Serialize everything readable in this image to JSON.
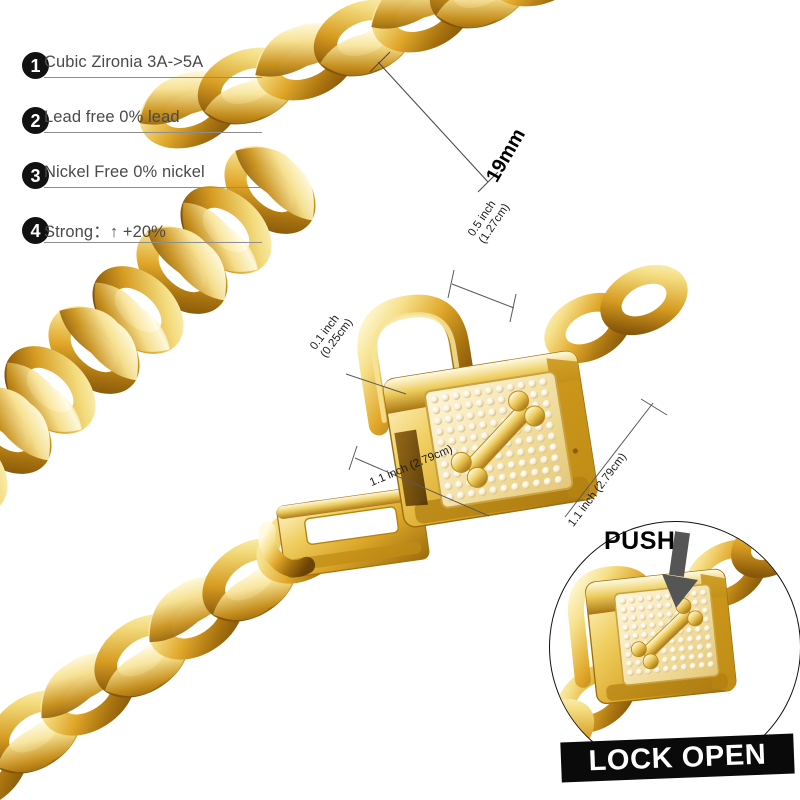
{
  "background_color": "#ffffff",
  "features": {
    "items": [
      {
        "number": "1",
        "text": "Cubic Zironia 3A->5A"
      },
      {
        "number": "2",
        "text": "Lead free   0% lead"
      },
      {
        "number": "3",
        "text": "Nickel Free 0% nickel"
      },
      {
        "number": "4",
        "text": "Strong：↑ +20%"
      }
    ]
  },
  "dimensions": {
    "chain_width": "19mm",
    "lock_shackle_height": "0.5 inch\n(1.27cm)",
    "lock_shackle_height_line1": "0.5 inch",
    "lock_shackle_height_line2": "(1.27cm)",
    "shackle_thickness_line1": "0.1 inch",
    "shackle_thickness_line2": "(0.25cm)",
    "lock_width": "1.1 inch (2.79cm)",
    "lock_height": "1.1 inch (2.79cm)"
  },
  "inset": {
    "push_label": "PUSH",
    "lock_open_label": "LOCK OPEN",
    "arrow_color": "#555555",
    "bar_background": "#0a0a0a",
    "bar_text_color": "#ffffff"
  },
  "colors": {
    "gold_highlight": "#fdf3c4",
    "gold_mid": "#e5b832",
    "gold_deep": "#a9741a",
    "gold_shadow": "#6d4407",
    "badge": "#121212",
    "feature_text": "#4a4a4a",
    "rule": "#8d8d8d",
    "dimension_line": "#4c4c4c"
  },
  "product": {
    "type": "gold-cuban-link-chain-with-padlock-clasp",
    "clasp_motif": "bone",
    "pave_stones": "cubic-zirconia"
  }
}
